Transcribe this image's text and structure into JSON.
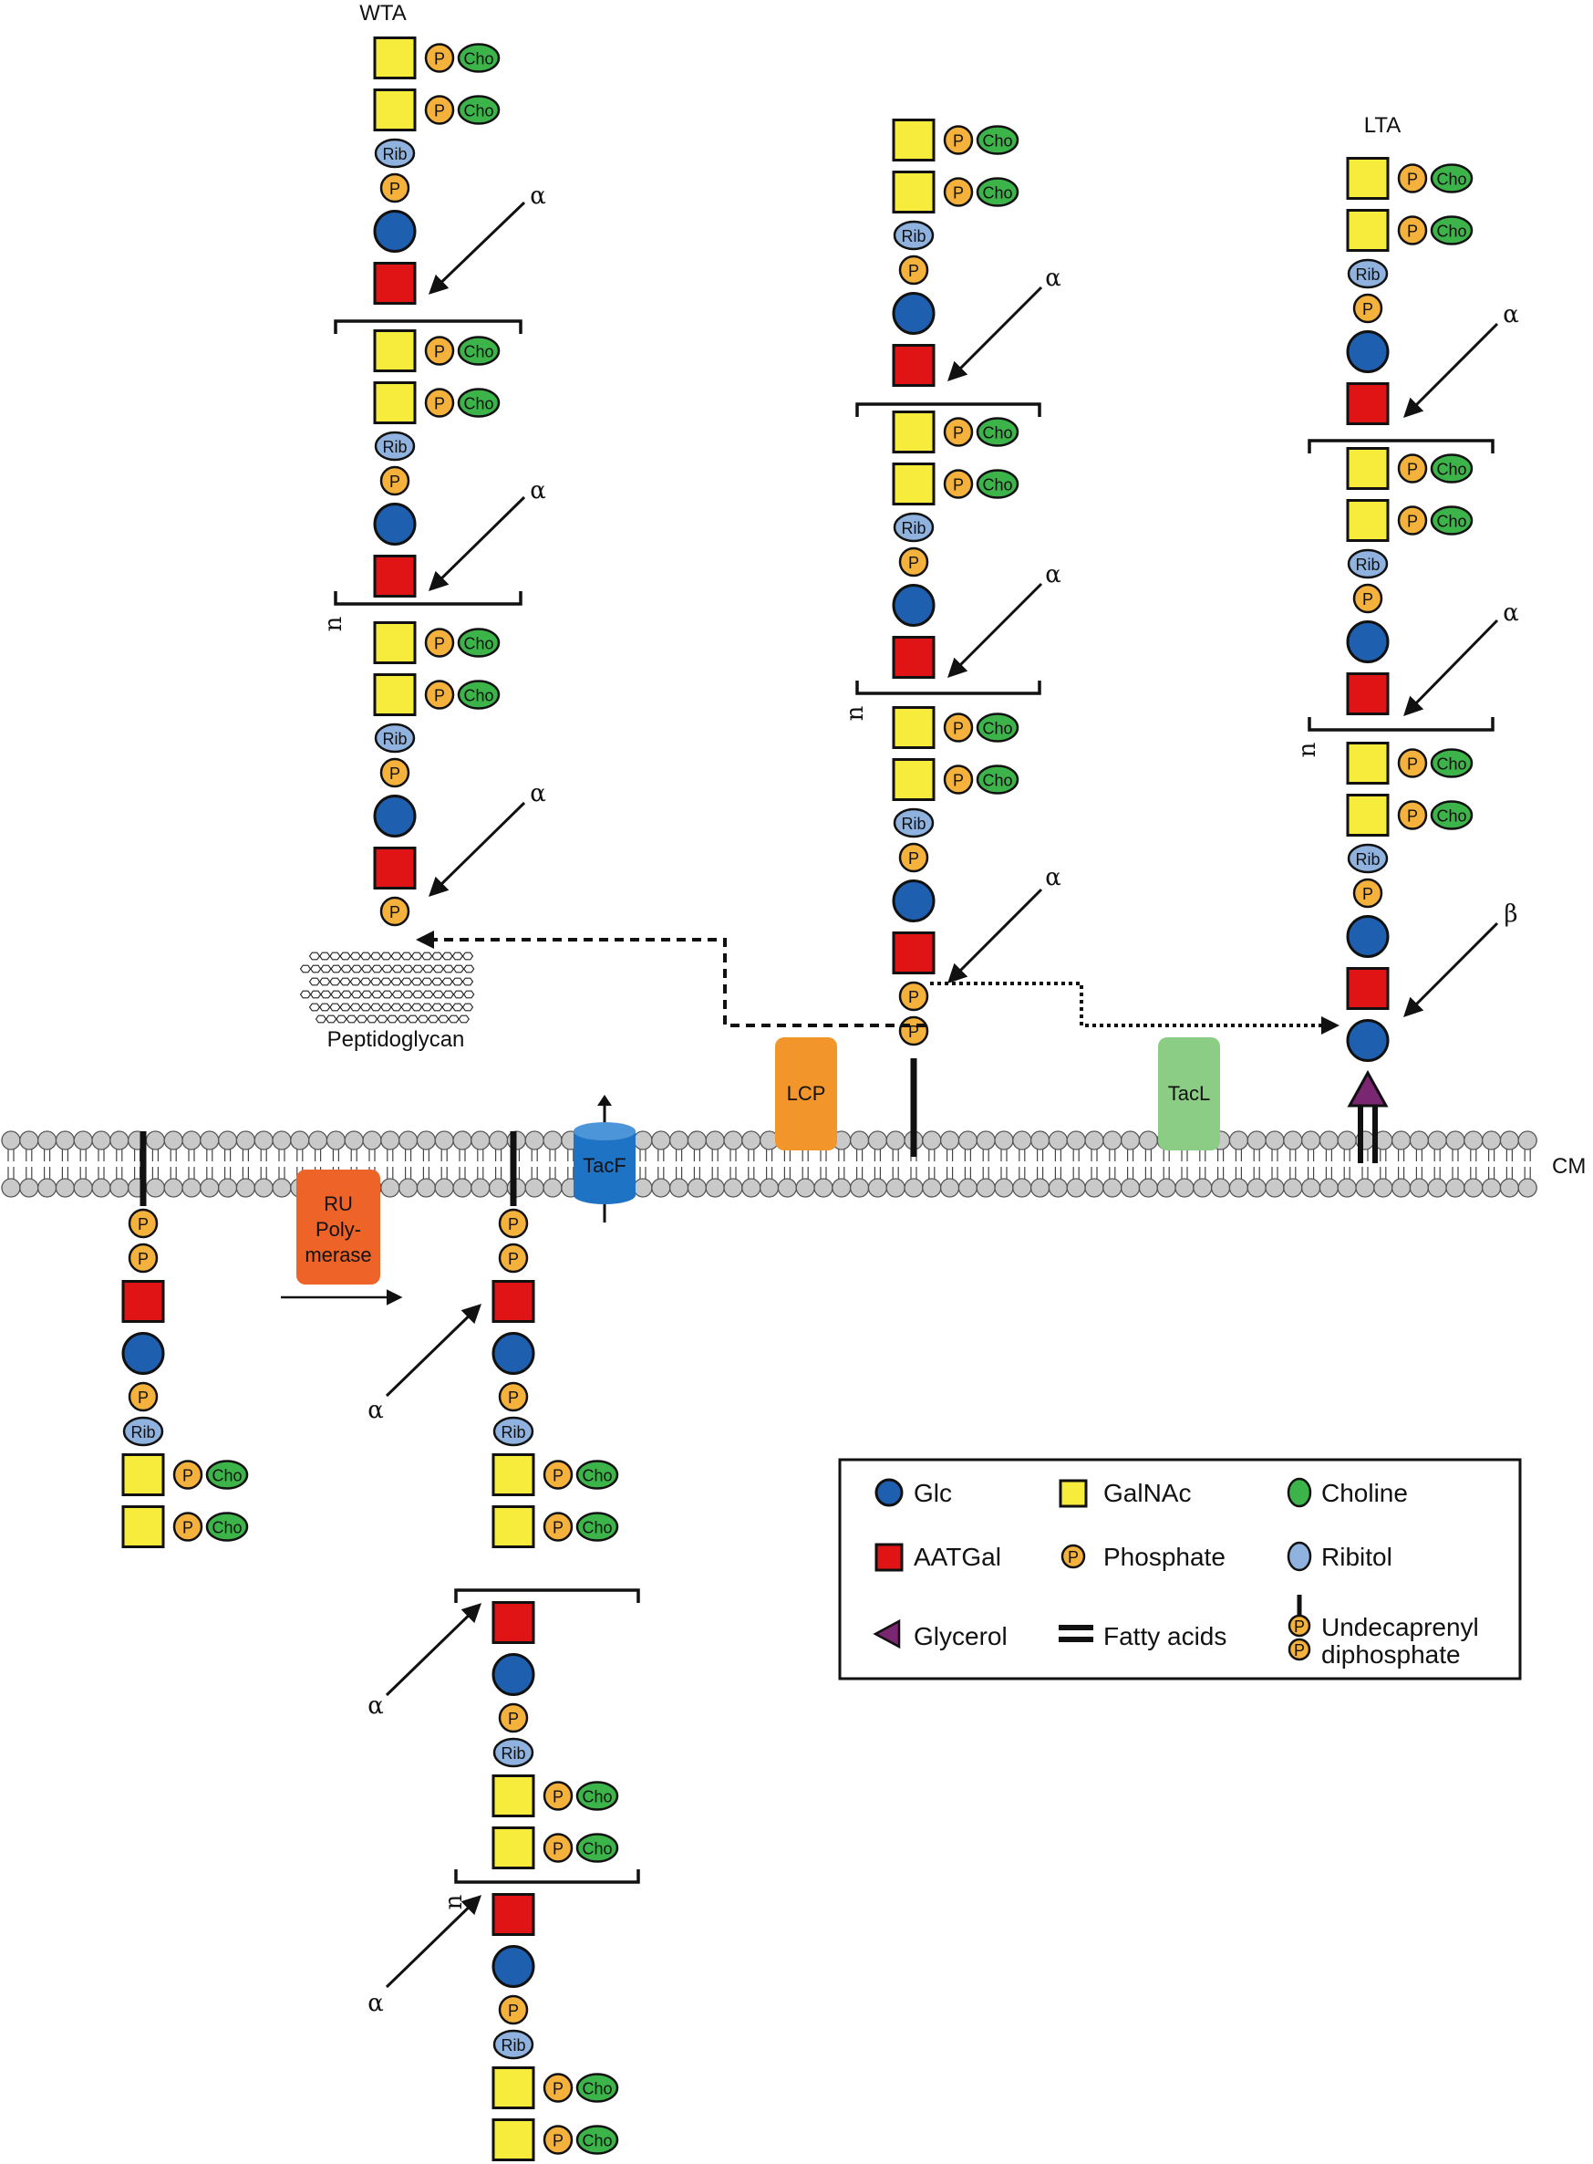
{
  "labels": {
    "wta": "WTA",
    "lta": "LTA",
    "cm": "CM",
    "peptidoglycan": "Peptidoglycan",
    "repeat_n": "n",
    "alpha": "α",
    "beta": "β"
  },
  "sugars": {
    "phosphate": "P",
    "ribitol": "Rib",
    "choline": "Cho"
  },
  "enzymes": {
    "tacf": "TacF",
    "lcp": "LCP",
    "tacl": "TacL",
    "ru_line1": "RU",
    "ru_line2": "Poly-",
    "ru_line3": "merase"
  },
  "legend": {
    "glc": "Glc",
    "galnac": "GalNAc",
    "choline": "Choline",
    "aatgal": "AATGal",
    "phosphate": "Phosphate",
    "ribitol": "Ribitol",
    "glycerol": "Glycerol",
    "fatty_acids": "Fatty acids",
    "undecaprenyl_1": "Undecaprenyl",
    "undecaprenyl_2": "diphosphate"
  },
  "colors": {
    "glc": "#1f5fb0",
    "galnac": "#f7ec3c",
    "aatgal": "#e01414",
    "phosphate": "#f4b23c",
    "choline": "#3cb44a",
    "ribitol": "#8fb2de",
    "glycerol": "#7a2670",
    "tacf": "#1f73c4",
    "lcp": "#f2962c",
    "tacl": "#8ccd86",
    "ru_polymerase": "#ee6428",
    "membrane_head": "#c9c9c9"
  }
}
